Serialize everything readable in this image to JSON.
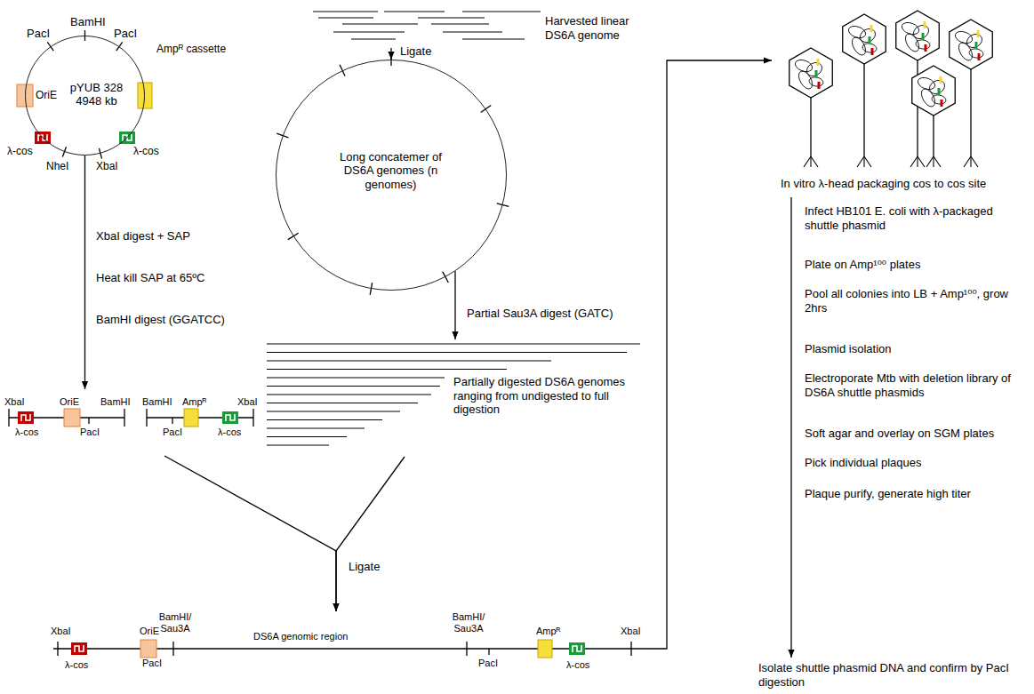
{
  "diagram": {
    "nodes": [
      {
        "text": [
          "pYUB 328 4948 kb"
        ]
      },
      {
        "text": [
          "Harvested linear DS6A genome"
        ]
      },
      {
        "text": [
          "Long concatemer of DS6A genomes (n genomes)"
        ]
      },
      {
        "text": [
          "Partially digested DS6A genomes ranging from undigested to full digestion"
        ]
      },
      {
        "text": [
          "XbaI",
          "OriE",
          "BamHI",
          "λ-cos",
          "PacI",
          "BamHI",
          "Ampᴿ",
          "XbaI",
          "PacI",
          "λ-cos"
        ]
      },
      {
        "text": [
          "XbaI",
          "OriE",
          "BamHI/ Sau3A",
          "DS6A genomic region",
          "BamHI/ Sau3A",
          "Ampᴿ",
          "XbaI",
          "λ-cos",
          "PacI",
          "PacI",
          "λ-cos"
        ]
      },
      {
        "text": [
          "In vitro λ-head packaging cos to cos site"
        ]
      },
      {
        "text": [
          "Isolate shuttle phasmid DNA and confirm by PacI digestion"
        ]
      }
    ],
    "edges": [
      {
        "from": 0,
        "to": 4,
        "arrow": "to"
      },
      {
        "from": 1,
        "to": 2,
        "arrow": "to"
      },
      {
        "from": 2,
        "to": 3,
        "arrow": "to"
      },
      {
        "from": 4,
        "to": 5,
        "arrow": "to"
      },
      {
        "from": 3,
        "to": 5,
        "arrow": "to"
      },
      {
        "from": 5,
        "to": 6,
        "arrow": "to"
      },
      {
        "from": 6,
        "to": 7,
        "arrow": "to"
      }
    ],
    "labels": [
      "PacI",
      "BamHI",
      "PacI",
      "OriE",
      "Ampᴿ cassette",
      "λ-cos",
      "λ-cos",
      "NheI",
      "XbaI",
      "XbaI digest + SAP",
      "Heat kill SAP at 65ºC",
      "BamHI digest (GGATCC)",
      "Ligate",
      "Partial Sau3A digest (GATC)",
      "Ligate",
      "Infect HB101 E. coli with λ-packaged shuttle phasmid",
      "Plate on Amp¹⁰⁰ plates",
      "Pool all colonies into LB + Amp¹⁰⁰, grow 2hrs",
      "Plasmid isolation",
      "Electroporate Mtb with deletion library of DS6A shuttle phasmids",
      "Soft agar and overlay on SGM plates",
      "Pick individual plaques",
      "Plaque purify, generate high titer"
    ]
  }
}
